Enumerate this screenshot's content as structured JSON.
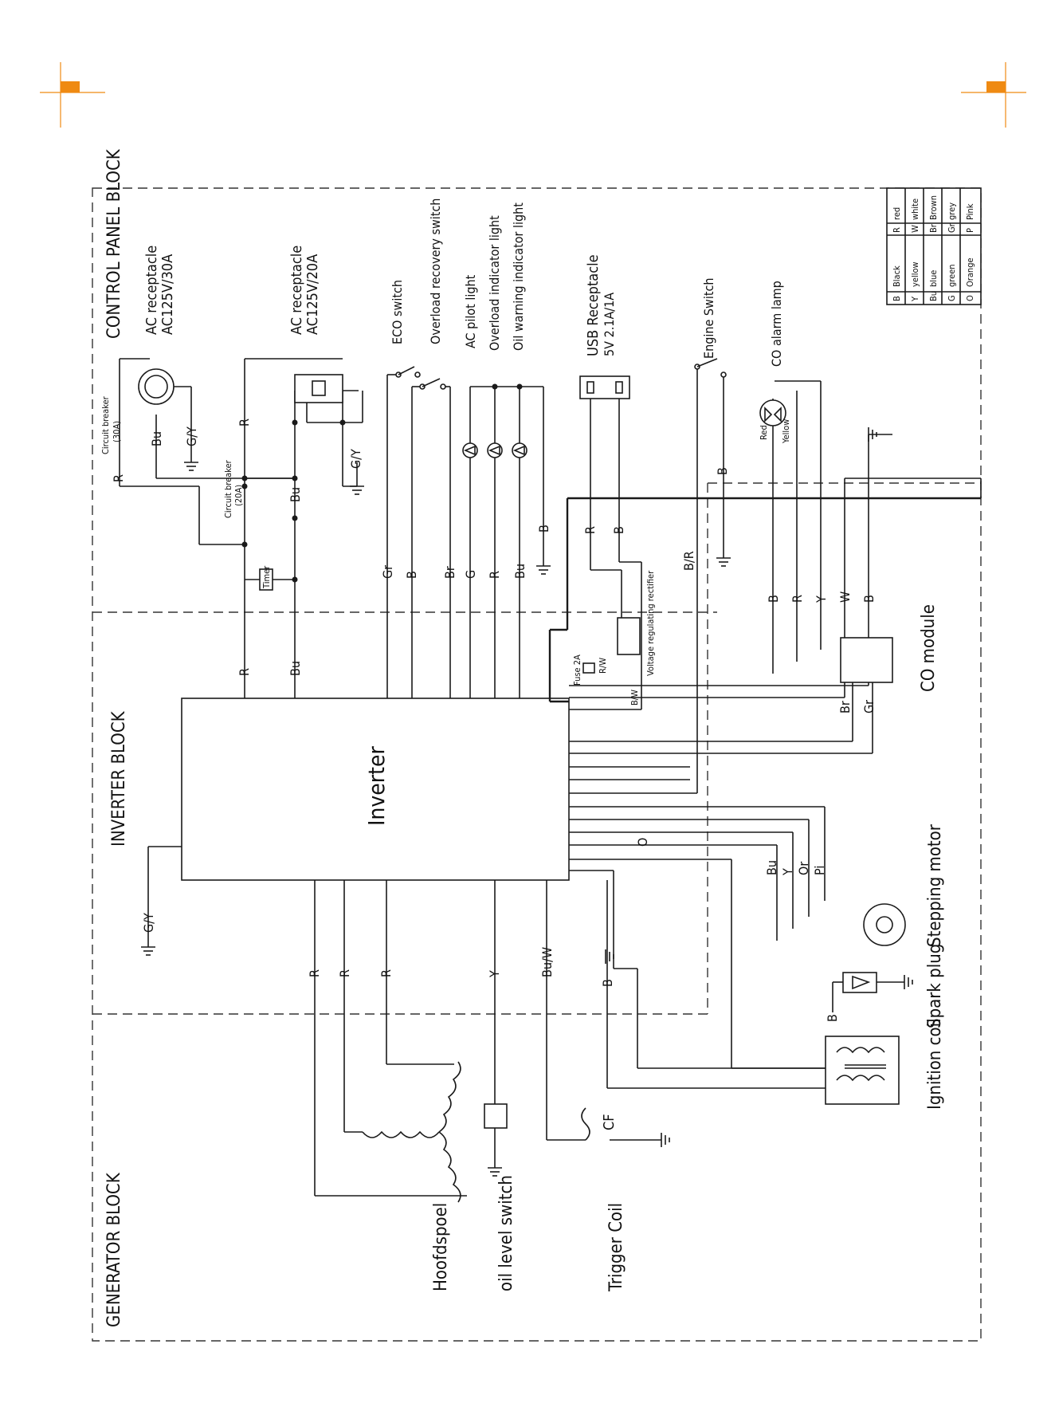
{
  "blocks": {
    "control_panel": "CONTROL PANEL BLOCK",
    "inverter": "INVERTER BLOCK",
    "generator": "GENERATOR BLOCK"
  },
  "components": {
    "ac30": {
      "name": "AC receptacle",
      "rating": "AC125V/30A"
    },
    "ac20": {
      "name": "AC receptacle",
      "rating": "AC125V/20A"
    },
    "breaker30": {
      "name": "Circuit breaker",
      "rating": "(30A)"
    },
    "breaker20": {
      "name": "Circuit breaker",
      "rating": "(20A)"
    },
    "timer": "Timer",
    "eco": "ECO switch",
    "overload_recovery": "Overload recovery switch",
    "ac_pilot": "AC pilot light",
    "overload_ind": "Overload indicator light",
    "oil_warning": "Oil warning indicator light",
    "usb": {
      "name": "USB Receptacle",
      "rating": "5V 2.1A/1A"
    },
    "engine_switch": "Engine Switch",
    "co_lamp": {
      "name": "CO alarm lamp",
      "red": "Red",
      "yellow": "Yellow"
    },
    "inverter": "Inverter",
    "fuse": "Fuse 2A",
    "vrr": "Voltage regulating rectifier",
    "co_module": "CO module",
    "stepping_motor": "Stepping motor",
    "spark_plug": "Spark plug",
    "ignition_coil": "Ignition coil",
    "hoofdspoel": "Hoofdspoel",
    "oil_level": "oil level switch",
    "trigger_coil": "Trigger Coil",
    "cf": "CF"
  },
  "wire_labels": {
    "R": "R",
    "Bu": "Bu",
    "GY": "G/Y",
    "Gr": "Gr",
    "B": "B",
    "Br": "Br",
    "G": "G",
    "BR": "B/R",
    "W": "W",
    "Y": "Y",
    "O": "O",
    "Or": "Or",
    "Pi": "Pi",
    "BuW": "Bu/W",
    "RW": "R/W",
    "BW": "B/W"
  },
  "legend": [
    {
      "code": "B",
      "name": "Black",
      "code2": "R",
      "name2": "red"
    },
    {
      "code": "Y",
      "name": "yellow",
      "code2": "W",
      "name2": "white"
    },
    {
      "code": "Bu",
      "name": "blue",
      "code2": "Br",
      "name2": "Brown"
    },
    {
      "code": "G",
      "name": "green",
      "code2": "Gr",
      "name2": "grey"
    },
    {
      "code": "O",
      "name": "Orange",
      "code2": "P",
      "name2": "Pink"
    }
  ],
  "colors": {
    "crop_mark": "#ef8a12",
    "line": "#1a1a1a"
  }
}
